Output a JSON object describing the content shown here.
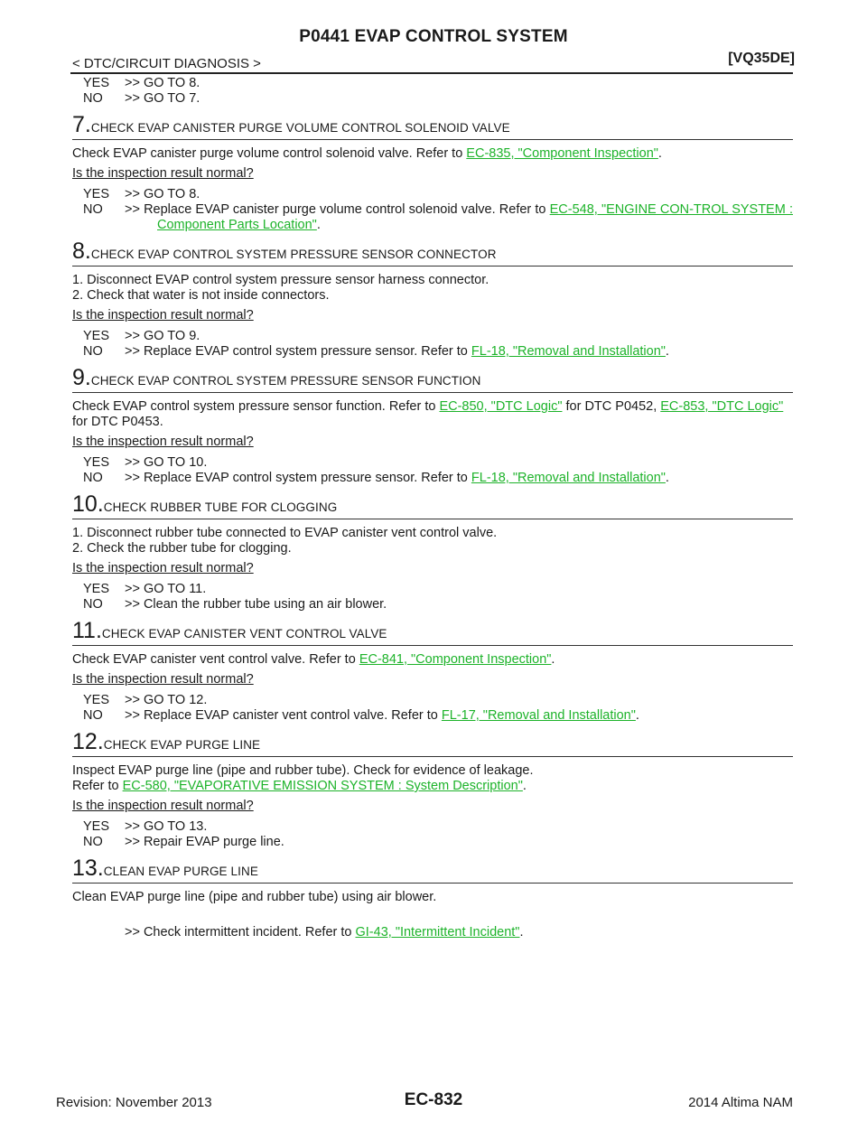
{
  "header": {
    "title": "P0441 EVAP CONTROL SYSTEM",
    "section": "< DTC/CIRCUIT DIAGNOSIS >",
    "model": "[VQ35DE]"
  },
  "top": {
    "yes_key": "YES",
    "yes_val": ">> GO TO 8.",
    "no_key": "NO",
    "no_val": ">> GO TO 7."
  },
  "question": "Is the inspection result normal?",
  "steps": {
    "s7": {
      "num": "7.",
      "title": "CHECK EVAP CANISTER PURGE VOLUME CONTROL SOLENOID VALVE",
      "body_pre": "Check EVAP canister purge volume control solenoid valve. Refer to ",
      "body_link": "EC-835, \"Component Inspection\"",
      "body_post": ".",
      "yes": ">> GO TO 8.",
      "no_pre": ">> Replace EVAP canister purge volume control solenoid valve. Refer to ",
      "no_link": "EC-548, \"ENGINE CON-TROL SYSTEM : Component Parts Location\"",
      "no_post": "."
    },
    "s8": {
      "num": "8.",
      "title": "CHECK EVAP CONTROL SYSTEM PRESSURE SENSOR CONNECTOR",
      "line1": "1. Disconnect EVAP control system pressure sensor harness connector.",
      "line2": "2. Check that water is not inside connectors.",
      "yes": ">> GO TO 9.",
      "no_pre": ">> Replace EVAP control system pressure sensor. Refer to ",
      "no_link": "FL-18, \"Removal and Installation\"",
      "no_post": "."
    },
    "s9": {
      "num": "9.",
      "title": "CHECK EVAP CONTROL SYSTEM PRESSURE SENSOR FUNCTION",
      "body_pre": "Check EVAP control system pressure sensor function. Refer to ",
      "body_link1": "EC-850, \"DTC Logic\"",
      "body_mid": " for DTC P0452, ",
      "body_link2": "EC-853, \"DTC Logic\"",
      "body_post": " for DTC P0453.",
      "yes": ">> GO TO 10.",
      "no_pre": ">> Replace EVAP control system pressure sensor. Refer to ",
      "no_link": "FL-18, \"Removal and Installation\"",
      "no_post": "."
    },
    "s10": {
      "num": "10.",
      "title": "CHECK RUBBER TUBE FOR CLOGGING",
      "line1": "1. Disconnect rubber tube connected to EVAP canister vent control valve.",
      "line2": "2. Check the rubber tube for clogging.",
      "yes": ">> GO TO 11.",
      "no": ">> Clean the rubber tube using an air blower."
    },
    "s11": {
      "num": "11.",
      "title": "CHECK EVAP CANISTER VENT CONTROL VALVE",
      "body_pre": "Check EVAP canister vent control valve. Refer to ",
      "body_link": "EC-841, \"Component Inspection\"",
      "body_post": ".",
      "yes": ">> GO TO 12.",
      "no_pre": ">> Replace EVAP canister vent control valve. Refer to ",
      "no_link": "FL-17, \"Removal and Installation\"",
      "no_post": "."
    },
    "s12": {
      "num": "12.",
      "title": "CHECK EVAP PURGE LINE",
      "line1": "Inspect EVAP purge line (pipe and rubber tube). Check for evidence of leakage.",
      "line2_pre": "Refer to ",
      "line2_link": "EC-580, \"EVAPORATIVE EMISSION SYSTEM : System Description\"",
      "line2_post": ".",
      "yes": ">> GO TO 13.",
      "no": ">> Repair EVAP purge line."
    },
    "s13": {
      "num": "13.",
      "title": "CLEAN EVAP PURGE LINE",
      "body": "Clean EVAP purge line (pipe and rubber tube) using air blower.",
      "final_pre": ">> Check intermittent incident. Refer to ",
      "final_link": "GI-43, \"Intermittent Incident\"",
      "final_post": "."
    }
  },
  "footer": {
    "revision": "Revision: November 2013",
    "page": "EC-832",
    "model": "2014 Altima NAM"
  }
}
